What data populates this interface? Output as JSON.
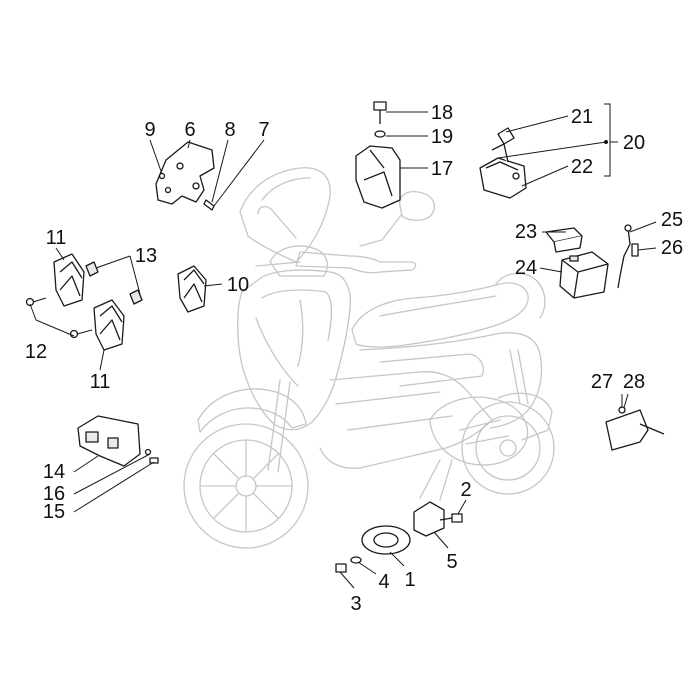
{
  "diagram": {
    "callouts": [
      "1",
      "2",
      "3",
      "4",
      "5",
      "6",
      "7",
      "8",
      "9",
      "10",
      "11",
      "11",
      "12",
      "13",
      "14",
      "15",
      "16",
      "17",
      "18",
      "19",
      "20",
      "21",
      "22",
      "23",
      "24",
      "25",
      "26",
      "27",
      "28"
    ]
  }
}
